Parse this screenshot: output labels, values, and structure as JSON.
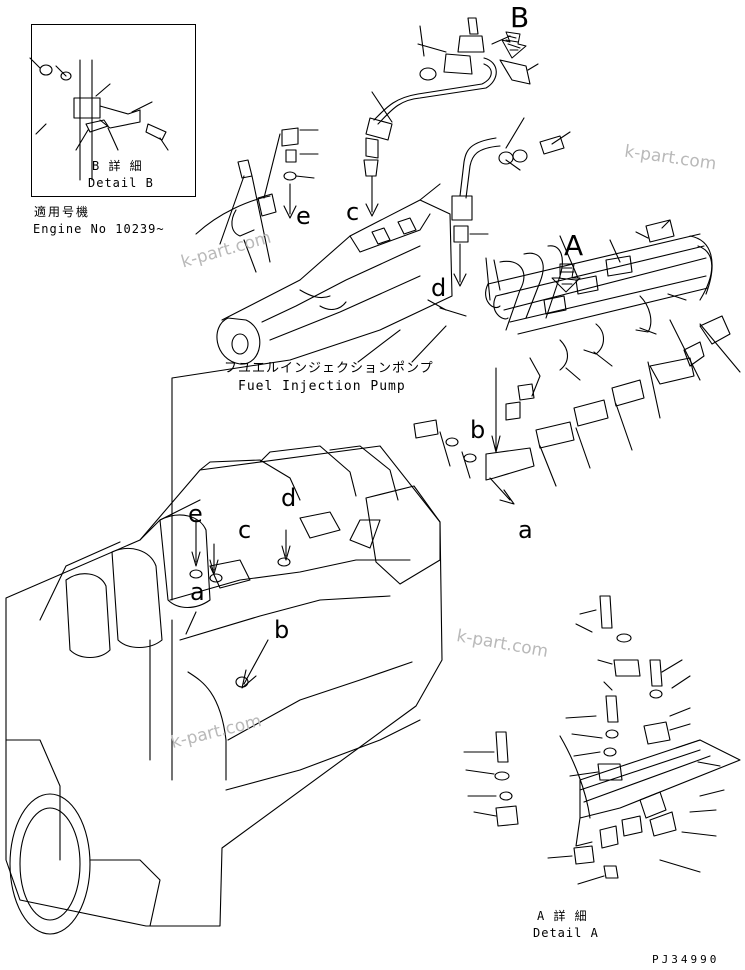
{
  "detail_b": {
    "caption_jp": "B 詳 細",
    "caption_en": "Detail B"
  },
  "applicability": {
    "label_jp": "適用号機",
    "engine_no": "Engine No 10239~"
  },
  "detail_a": {
    "caption_jp": "A 詳 細",
    "caption_en": "Detail A"
  },
  "fuel_pump": {
    "label_jp": "フユエルインジェクションポンプ",
    "label_en": "Fuel Injection Pump"
  },
  "view_arrows": {
    "A": "A",
    "B": "B"
  },
  "connection_labels": {
    "a": "a",
    "b": "b",
    "c": "c",
    "d": "d",
    "e": "e"
  },
  "watermark": "k-part.com",
  "drawing_number": "PJ34990"
}
